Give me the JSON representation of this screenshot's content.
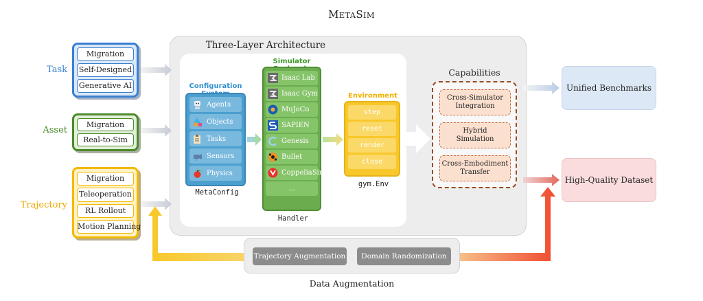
{
  "title": {
    "prefix": "M",
    "rest": "ETA",
    "prefix2": "S",
    "rest2": "IM"
  },
  "outer_title": "Three-Layer Architecture",
  "inputs": {
    "task": {
      "label": "Task",
      "items": [
        "Migration",
        "Self-Designed",
        "Generative AI"
      ]
    },
    "asset": {
      "label": "Asset",
      "items": [
        "Migration",
        "Real-to-Sim"
      ]
    },
    "trajectory": {
      "label": "Trajectory",
      "items": [
        "Migration",
        "Teleoperation",
        "RL Rollout",
        "Motion Planning"
      ]
    }
  },
  "config": {
    "title": "Configuration System",
    "items": [
      {
        "label": "Agents",
        "icon": "robot-icon"
      },
      {
        "label": "Objects",
        "icon": "shapes-icon"
      },
      {
        "label": "Tasks",
        "icon": "clipboard-icon"
      },
      {
        "label": "Sensors",
        "icon": "camera-icon"
      },
      {
        "label": "Physics",
        "icon": "apple-icon"
      }
    ],
    "caption": "MetaConfig"
  },
  "simulators": {
    "title": "Simulator Backends",
    "items": [
      {
        "label": "Isaac Lab",
        "icon": "isaac-icon"
      },
      {
        "label": "Isaac Gym",
        "icon": "isaac-icon"
      },
      {
        "label": "MuJoCo",
        "icon": "mujoco-icon"
      },
      {
        "label": "SAPIEN",
        "icon": "sapien-icon"
      },
      {
        "label": "Genesis",
        "icon": "genesis-icon"
      },
      {
        "label": "Bullet",
        "icon": "bullet-icon"
      },
      {
        "label": "CoppeliaSim",
        "icon": "coppeliasim-icon"
      },
      {
        "label": "...",
        "icon": ""
      }
    ],
    "caption": "Handler"
  },
  "environment": {
    "title": "Environment",
    "items": [
      "step",
      "reset",
      "render",
      "close"
    ],
    "caption": "gym.Env"
  },
  "capabilities": {
    "title": "Capabilities",
    "items": [
      {
        "line1": "Cross-Simulator",
        "line2": "Integration"
      },
      {
        "line1": "Hybrid",
        "line2": "Simulation"
      },
      {
        "line1": "Cross-Embodiment",
        "line2": "Transfer"
      }
    ]
  },
  "outputs": {
    "benchmarks": "Unified Benchmarks",
    "dataset": "High-Quality Dataset"
  },
  "augmentation": {
    "trajectory": "Trajectory Augmentation",
    "domain": "Domain Randomization",
    "caption": "Data Augmentation"
  },
  "colors": {
    "task": "#3a7fd1",
    "asset": "#4a8a2a",
    "trajectory": "#f5b800",
    "config": "#4a9fcf",
    "simulator": "#6bad4e",
    "environment": "#f8c82b",
    "capability": "#9b4a22",
    "benchmark_bg": "#dce8f5",
    "dataset_bg": "#fbdcdc"
  }
}
